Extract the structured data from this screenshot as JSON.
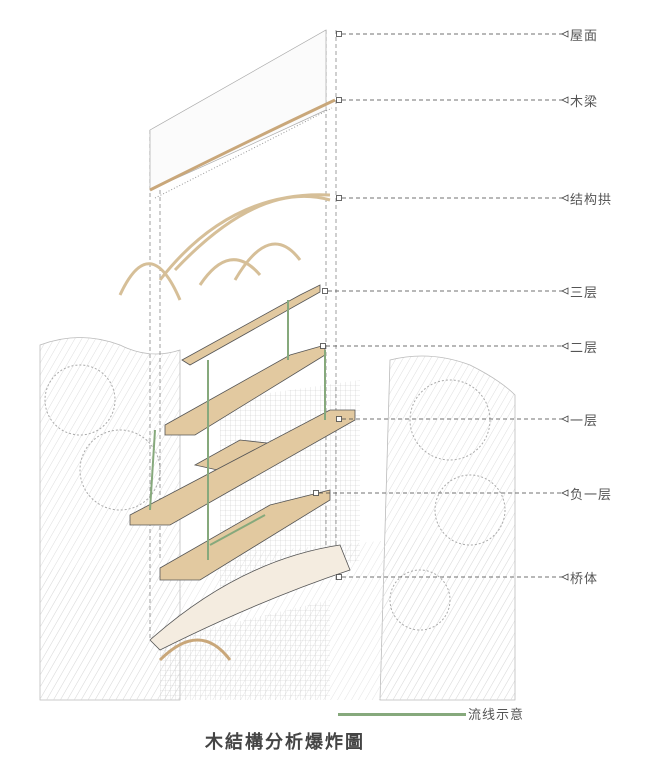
{
  "layers": [
    {
      "label": "屋面"
    },
    {
      "label": "木梁"
    },
    {
      "label": "结构拱"
    },
    {
      "label": "三层"
    },
    {
      "label": "二层"
    },
    {
      "label": "一层"
    },
    {
      "label": "负一层"
    },
    {
      "label": "桥体"
    }
  ],
  "legend": {
    "label": "流线示意",
    "color": "#86a97c"
  },
  "title": "木結構分析爆炸圖",
  "colors": {
    "wood": "#e2c9a0",
    "line": "#666666",
    "tree": "#bbbbbb"
  }
}
